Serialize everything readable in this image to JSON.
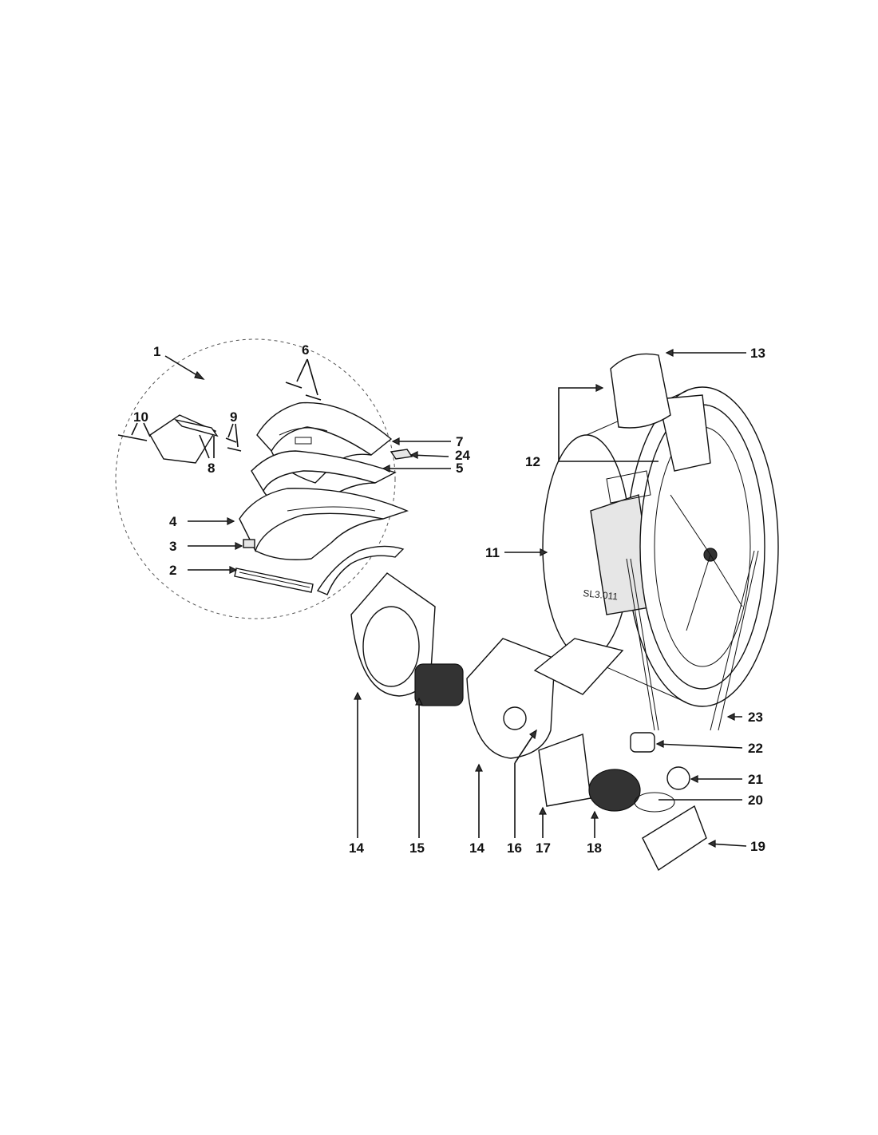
{
  "diagram": {
    "drawing_code": "SL3.011",
    "callouts": [
      {
        "id": "c1",
        "text": "1"
      },
      {
        "id": "c2",
        "text": "2"
      },
      {
        "id": "c3",
        "text": "3"
      },
      {
        "id": "c4",
        "text": "4"
      },
      {
        "id": "c5",
        "text": "5"
      },
      {
        "id": "c6",
        "text": "6"
      },
      {
        "id": "c7",
        "text": "7"
      },
      {
        "id": "c8",
        "text": "8"
      },
      {
        "id": "c9",
        "text": "9"
      },
      {
        "id": "c10",
        "text": "10"
      },
      {
        "id": "c11",
        "text": "11"
      },
      {
        "id": "c12",
        "text": "12"
      },
      {
        "id": "c13",
        "text": "13"
      },
      {
        "id": "c14a",
        "text": "14"
      },
      {
        "id": "c15",
        "text": "15"
      },
      {
        "id": "c14b",
        "text": "14"
      },
      {
        "id": "c16",
        "text": "16"
      },
      {
        "id": "c17",
        "text": "17"
      },
      {
        "id": "c18",
        "text": "18"
      },
      {
        "id": "c19",
        "text": "19"
      },
      {
        "id": "c20",
        "text": "20"
      },
      {
        "id": "c21",
        "text": "21"
      },
      {
        "id": "c22",
        "text": "22"
      },
      {
        "id": "c23",
        "text": "23"
      },
      {
        "id": "c24",
        "text": "24"
      }
    ]
  }
}
